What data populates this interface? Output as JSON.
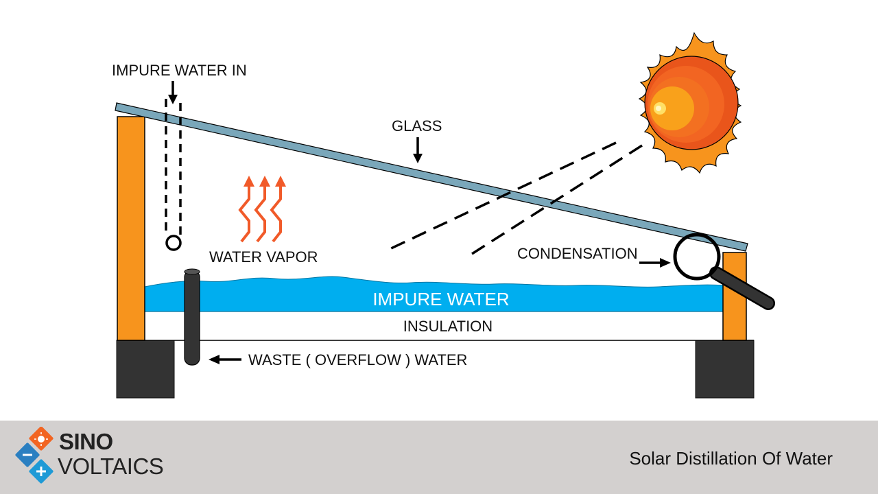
{
  "diagram": {
    "labels": {
      "impure_water_in": "IMPURE WATER IN",
      "glass": "GLASS",
      "water_vapor": "WATER VAPOR",
      "condensation": "CONDENSATION",
      "impure_water": "IMPURE WATER",
      "insulation": "INSULATION",
      "waste_overflow_water": "WASTE ( OVERFLOW ) WATER"
    },
    "colors": {
      "wood": "#f7941d",
      "glass": "#7aa7ba",
      "water": "#00aeef",
      "vapor": "#f15a29",
      "base_block": "#333333",
      "sun_outer": "#f7941d",
      "sun_core": "#f26522"
    }
  },
  "footer": {
    "brand_line_1": "SINO",
    "brand_line_2": "VOLTAICS",
    "title": "Solar Distillation Of Water",
    "band_color": "#d3d0cf"
  }
}
